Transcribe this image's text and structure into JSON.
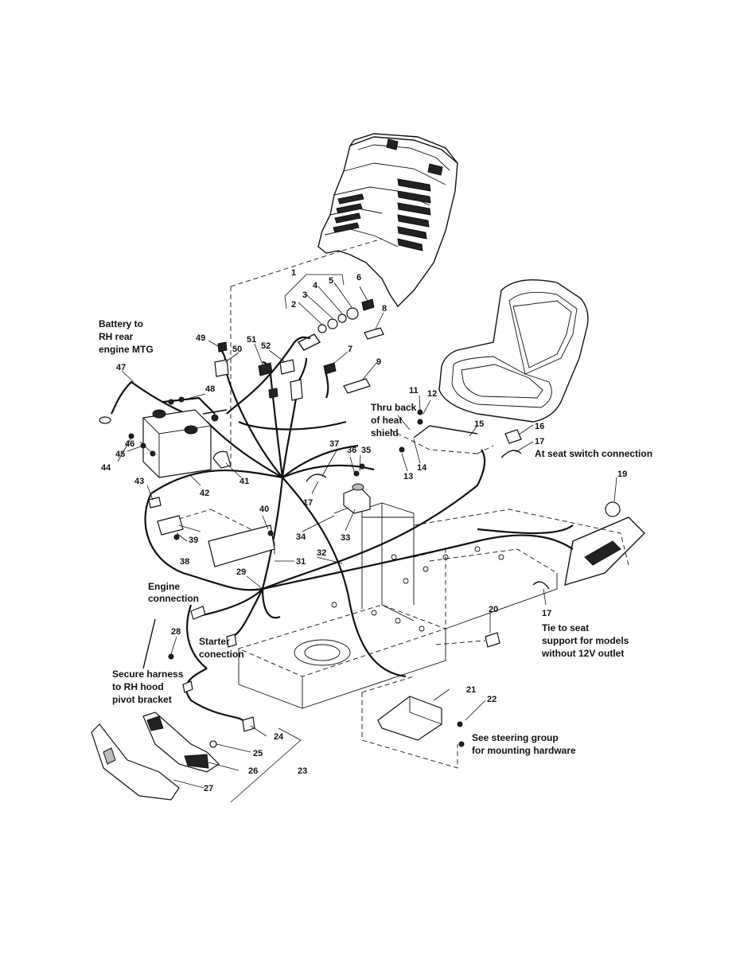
{
  "callouts": {
    "c1": "1",
    "c2": "2",
    "c3": "3",
    "c4": "4",
    "c5": "5",
    "c6": "6",
    "c7": "7",
    "c8": "8",
    "c9": "9",
    "c11": "11",
    "c12": "12",
    "c13": "13",
    "c14": "14",
    "c15": "15",
    "c16": "16",
    "c17a": "17",
    "c17b": "17",
    "c17c": "17",
    "c19": "19",
    "c20": "20",
    "c21": "21",
    "c22": "22",
    "c23": "23",
    "c24": "24",
    "c25": "25",
    "c26": "26",
    "c27": "27",
    "c28": "28",
    "c29": "29",
    "c31": "31",
    "c32": "32",
    "c33": "33",
    "c34": "34",
    "c35": "35",
    "c36": "36",
    "c37": "37",
    "c38": "38",
    "c39": "39",
    "c40": "40",
    "c41": "41",
    "c42": "42",
    "c43": "43",
    "c44": "44",
    "c45": "45",
    "c46": "46",
    "c47": "47",
    "c48": "48",
    "c49": "49",
    "c50": "50",
    "c51": "51",
    "c52": "52"
  },
  "notes": {
    "battery": [
      "Battery to",
      "RH rear",
      "engine MTG"
    ],
    "heat_shield": [
      "Thru back",
      "of heat",
      "shield"
    ],
    "seat_switch": [
      "At seat switch connection"
    ],
    "engine_connection": [
      "Engine",
      "connection"
    ],
    "starter_connection": [
      "Starter",
      "conection"
    ],
    "secure_harness": [
      "Secure harness",
      "to RH hood",
      "pivot bracket"
    ],
    "tie_to_seat": [
      "Tie to seat",
      "support for models",
      "without 12V outlet"
    ],
    "steering_group": [
      "See steering group",
      "for mounting hardware"
    ]
  }
}
